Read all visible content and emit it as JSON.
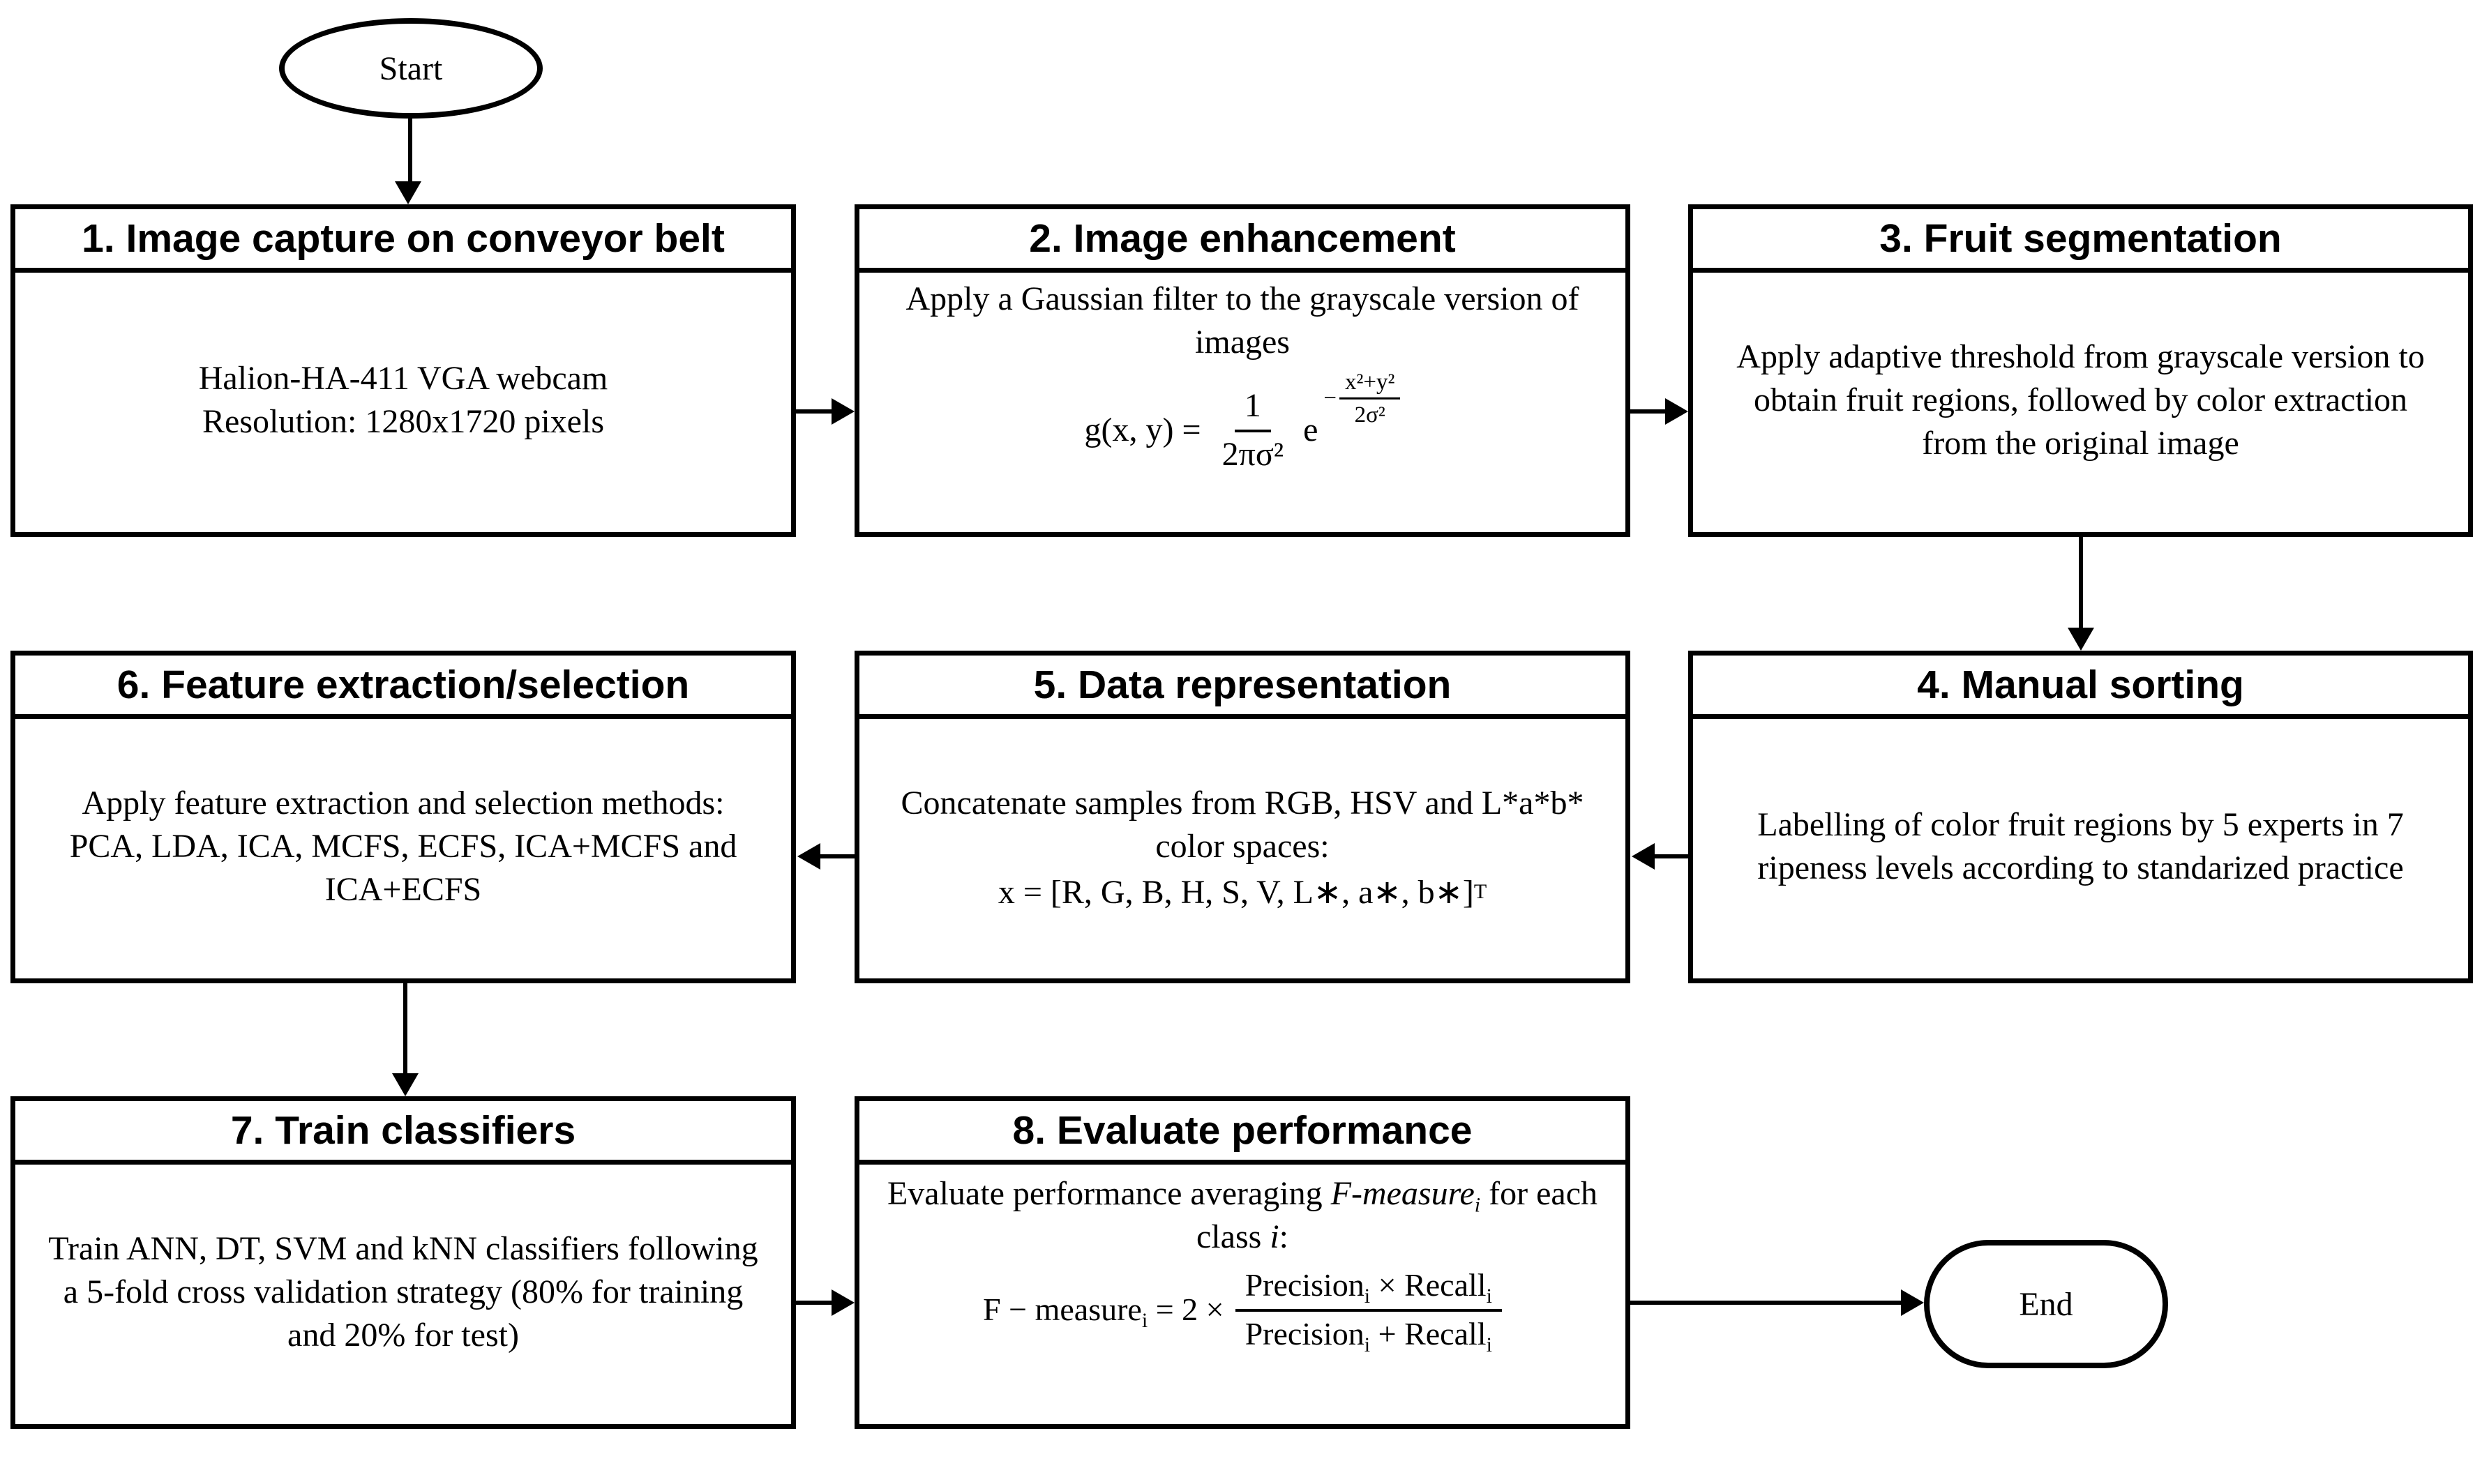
{
  "flowchart": {
    "start": {
      "label": "Start"
    },
    "end": {
      "label": "End"
    },
    "boxes": [
      {
        "title": "1. Image capture on conveyor belt",
        "lines": [
          "Halion-HA-411 VGA webcam",
          "Resolution: 1280x1720 pixels"
        ]
      },
      {
        "title": "2. Image enhancement",
        "lines": [
          "Apply a Gaussian filter to the grayscale version of",
          "images"
        ],
        "formula": {
          "lhs": "g(x, y) =",
          "num": "1",
          "den": "2πσ²",
          "base": "e",
          "exp_sign": "−",
          "exp_num": "x²+y²",
          "exp_den": "2σ²"
        }
      },
      {
        "title": "3. Fruit segmentation",
        "lines": [
          "Apply adaptive threshold from grayscale version to",
          "obtain fruit regions, followed by color extraction",
          "from the original image"
        ]
      },
      {
        "title": "4. Manual sorting",
        "lines": [
          "Labelling of color fruit regions by 5 experts in 7",
          "ripeness levels according to standarized practice"
        ]
      },
      {
        "title": "5. Data representation",
        "lines": [
          "Concatenate samples from RGB, HSV and L*a*b*",
          "color spaces:"
        ],
        "formula": {
          "body": "x = [R, G, B, H, S, V, L∗, a∗, b∗]",
          "sup": "T"
        }
      },
      {
        "title": "6. Feature extraction/selection",
        "lines": [
          "Apply feature extraction and selection methods:",
          "PCA, LDA, ICA, MCFS, ECFS, ICA+MCFS and",
          "ICA+ECFS"
        ]
      },
      {
        "title": "7. Train classifiers",
        "lines": [
          "Train ANN, DT, SVM and kNN classifiers following",
          "a 5-fold cross validation strategy (80% for training",
          "and 20% for test)"
        ]
      },
      {
        "title": "8. Evaluate performance",
        "desc": {
          "t1": "Evaluate performance averaging ",
          "em1": "F-measure",
          "sub": "i",
          "t2": " for each",
          "l2a": "class ",
          "em2": "i",
          "l2b": ":"
        },
        "formula": {
          "lhs": "F − measure",
          "sub": "i",
          "eq": " = 2 × ",
          "num1": "Precision",
          "numx": " × ",
          "num2": "Recall",
          "den1": "Precision",
          "denx": " + ",
          "den2": "Recall"
        }
      }
    ]
  }
}
